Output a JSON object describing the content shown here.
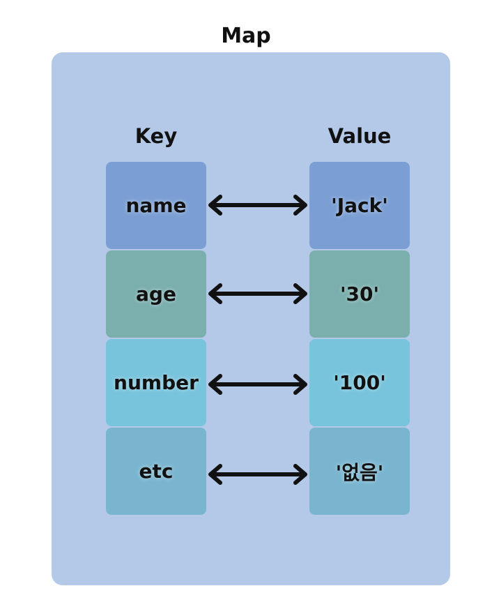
{
  "title": "Map",
  "headers": {
    "key": "Key",
    "value": "Value"
  },
  "entries": [
    {
      "key": "name",
      "value": "'Jack'",
      "color": "#7b9fd4"
    },
    {
      "key": "age",
      "value": "'30'",
      "color": "#7aafad"
    },
    {
      "key": "number",
      "value": "'100'",
      "color": "#78c4dc"
    },
    {
      "key": "etc",
      "value": "'없음'",
      "color": "#7ab5cf"
    }
  ],
  "colors": {
    "background": "#b4c8e8",
    "arrow": "#111111"
  }
}
